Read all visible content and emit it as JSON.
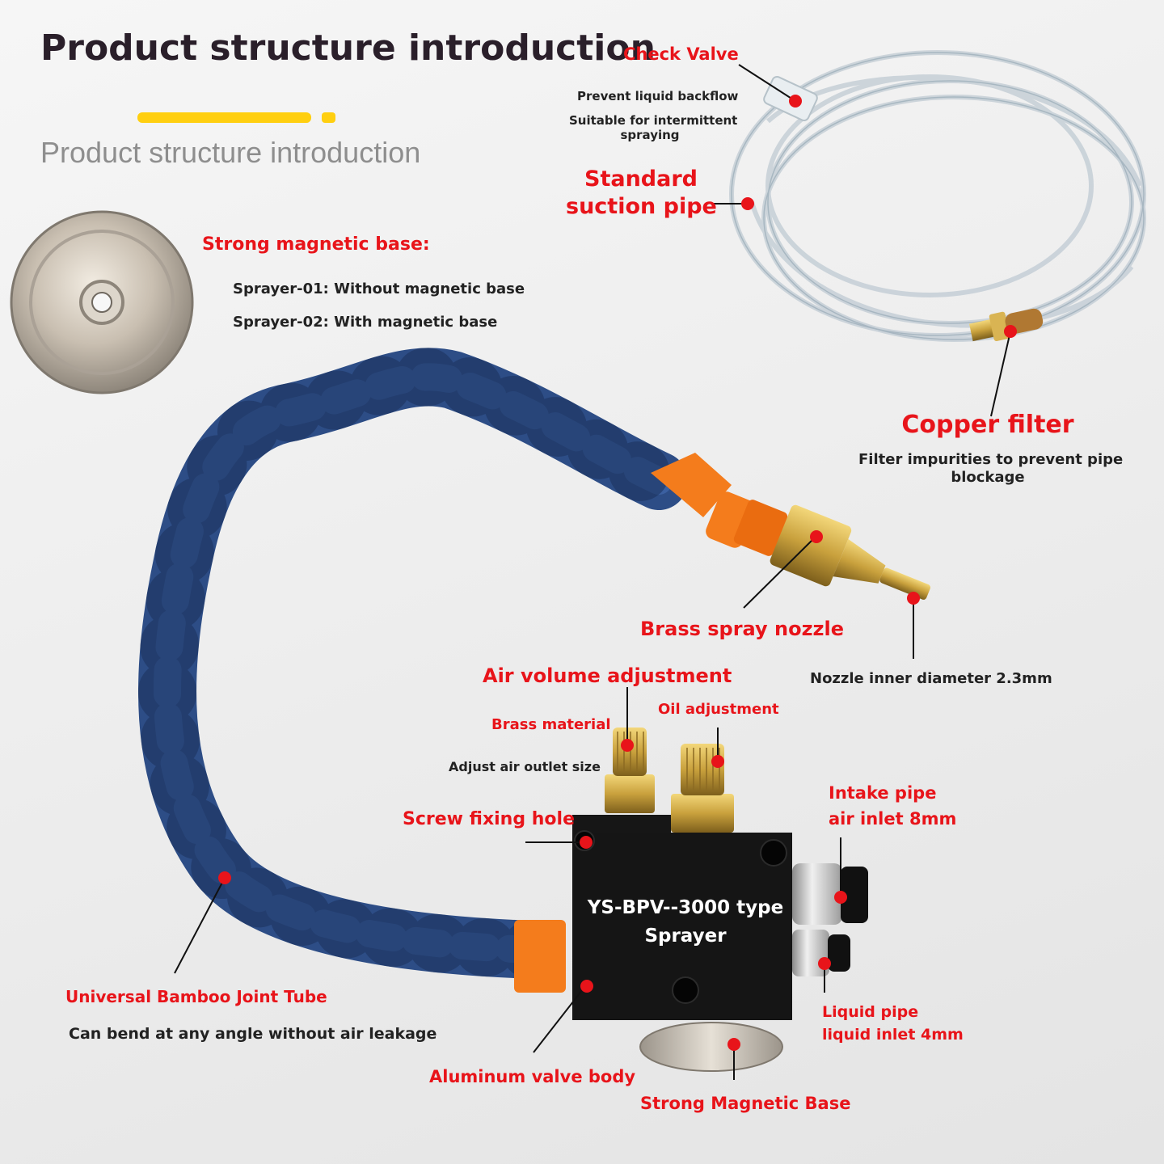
{
  "header": {
    "title": "Product structure introduction",
    "subtitle": "Product structure introduction"
  },
  "check_valve": {
    "title": "Check Valve",
    "line1": "Prevent liquid backflow",
    "line2": "Suitable for intermittent",
    "line3": "spraying"
  },
  "suction_pipe": {
    "line1": "Standard",
    "line2": "suction pipe"
  },
  "magnetic_base_info": {
    "title": "Strong magnetic base:",
    "item1": "Sprayer-01: Without magnetic base",
    "item2": "Sprayer-02: With magnetic base"
  },
  "copper_filter": {
    "title": "Copper filter",
    "line1": "Filter impurities to prevent pipe",
    "line2": "blockage"
  },
  "nozzle": {
    "title": "Brass spray nozzle",
    "diameter": "Nozzle inner diameter 2.3mm"
  },
  "air_volume": {
    "title": "Air volume adjustment",
    "material": "Brass material",
    "note": "Adjust air outlet size"
  },
  "oil": {
    "title": "Oil adjustment"
  },
  "screw": {
    "title": "Screw fixing hole"
  },
  "intake": {
    "line1": "Intake pipe",
    "line2": "air inlet 8mm"
  },
  "liquid": {
    "line1": "Liquid pipe",
    "line2": "liquid inlet 4mm"
  },
  "sprayer": {
    "line1": "YS-BPV--3000 type",
    "line2": "Sprayer"
  },
  "bamboo": {
    "title": "Universal Bamboo Joint Tube",
    "note": "Can bend at any angle without air leakage"
  },
  "valve_body": {
    "title": "Aluminum valve body"
  },
  "base_bottom": {
    "title": "Strong Magnetic Base"
  },
  "colors": {
    "accent_red": "#e8141a",
    "bar_yellow": "#ffcf10",
    "tube_blue": "#2d4d86",
    "nozzle_orange": "#f47c1c",
    "brass": "#c9a13d"
  }
}
